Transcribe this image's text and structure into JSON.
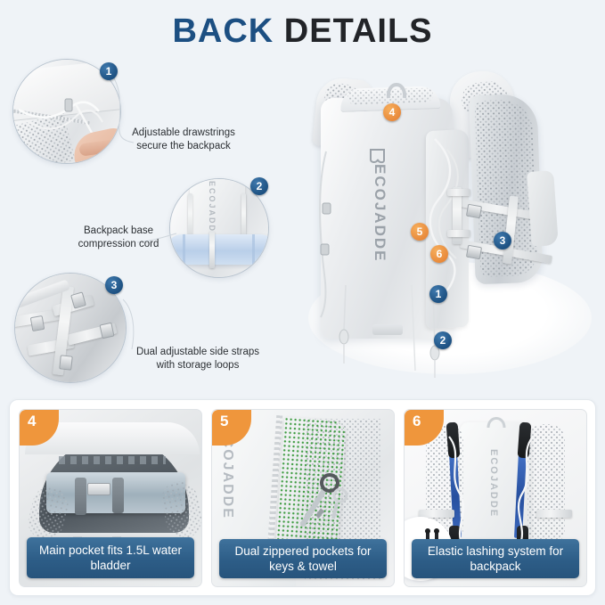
{
  "title": {
    "primary": "BACK",
    "secondary": " DETAILS"
  },
  "brand": "ECOJADDE",
  "colors": {
    "background": "#eff3f7",
    "title_blue": "#1c4f82",
    "title_dark": "#222428",
    "badge_blue": "#1d5182",
    "badge_orange": "#e8893a",
    "caption_blue": "#2d5d87",
    "towel_green": "#6ad06a",
    "pole_blue": "#2f5fc0",
    "jacket_blue": "#bfd4ee"
  },
  "callouts": [
    {
      "number": "1",
      "text_line1": "Adjustable drawstrings",
      "text_line2": "secure the backpack"
    },
    {
      "number": "2",
      "text_line1": "Backpack base",
      "text_line2": "compression cord"
    },
    {
      "number": "3",
      "text_line1": "Dual adjustable side straps",
      "text_line2": "with storage loops"
    }
  ],
  "main_image": {
    "badges": [
      {
        "number": "4",
        "style": "orange"
      },
      {
        "number": "5",
        "style": "orange"
      },
      {
        "number": "6",
        "style": "orange"
      },
      {
        "number": "1",
        "style": "blue"
      },
      {
        "number": "2",
        "style": "blue"
      },
      {
        "number": "3",
        "style": "blue"
      }
    ]
  },
  "panels": [
    {
      "number": "4",
      "caption_line1": "Main pocket fits 1.5L water bladder",
      "caption_line2": ""
    },
    {
      "number": "5",
      "caption_line1": "Dual zippered pockets for",
      "caption_line2": "keys & towel"
    },
    {
      "number": "6",
      "caption_line1": "Elastic lashing system for",
      "caption_line2": "backpack"
    }
  ]
}
